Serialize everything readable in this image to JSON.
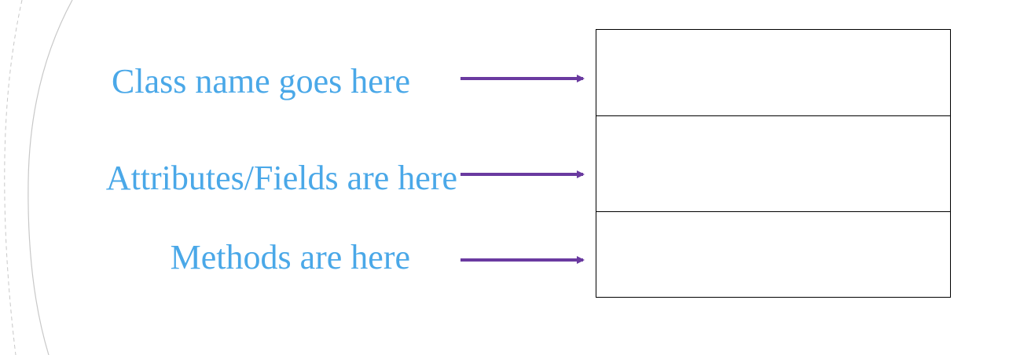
{
  "diagram": {
    "labels": {
      "class_name": "Class name goes here",
      "attributes": "Attributes/Fields are here",
      "methods": "Methods are here"
    },
    "colors": {
      "label_text": "#4aa8e8",
      "arrow": "#6a3aa0",
      "box_border": "#000000",
      "decor_line": "#c8c8c8"
    }
  }
}
